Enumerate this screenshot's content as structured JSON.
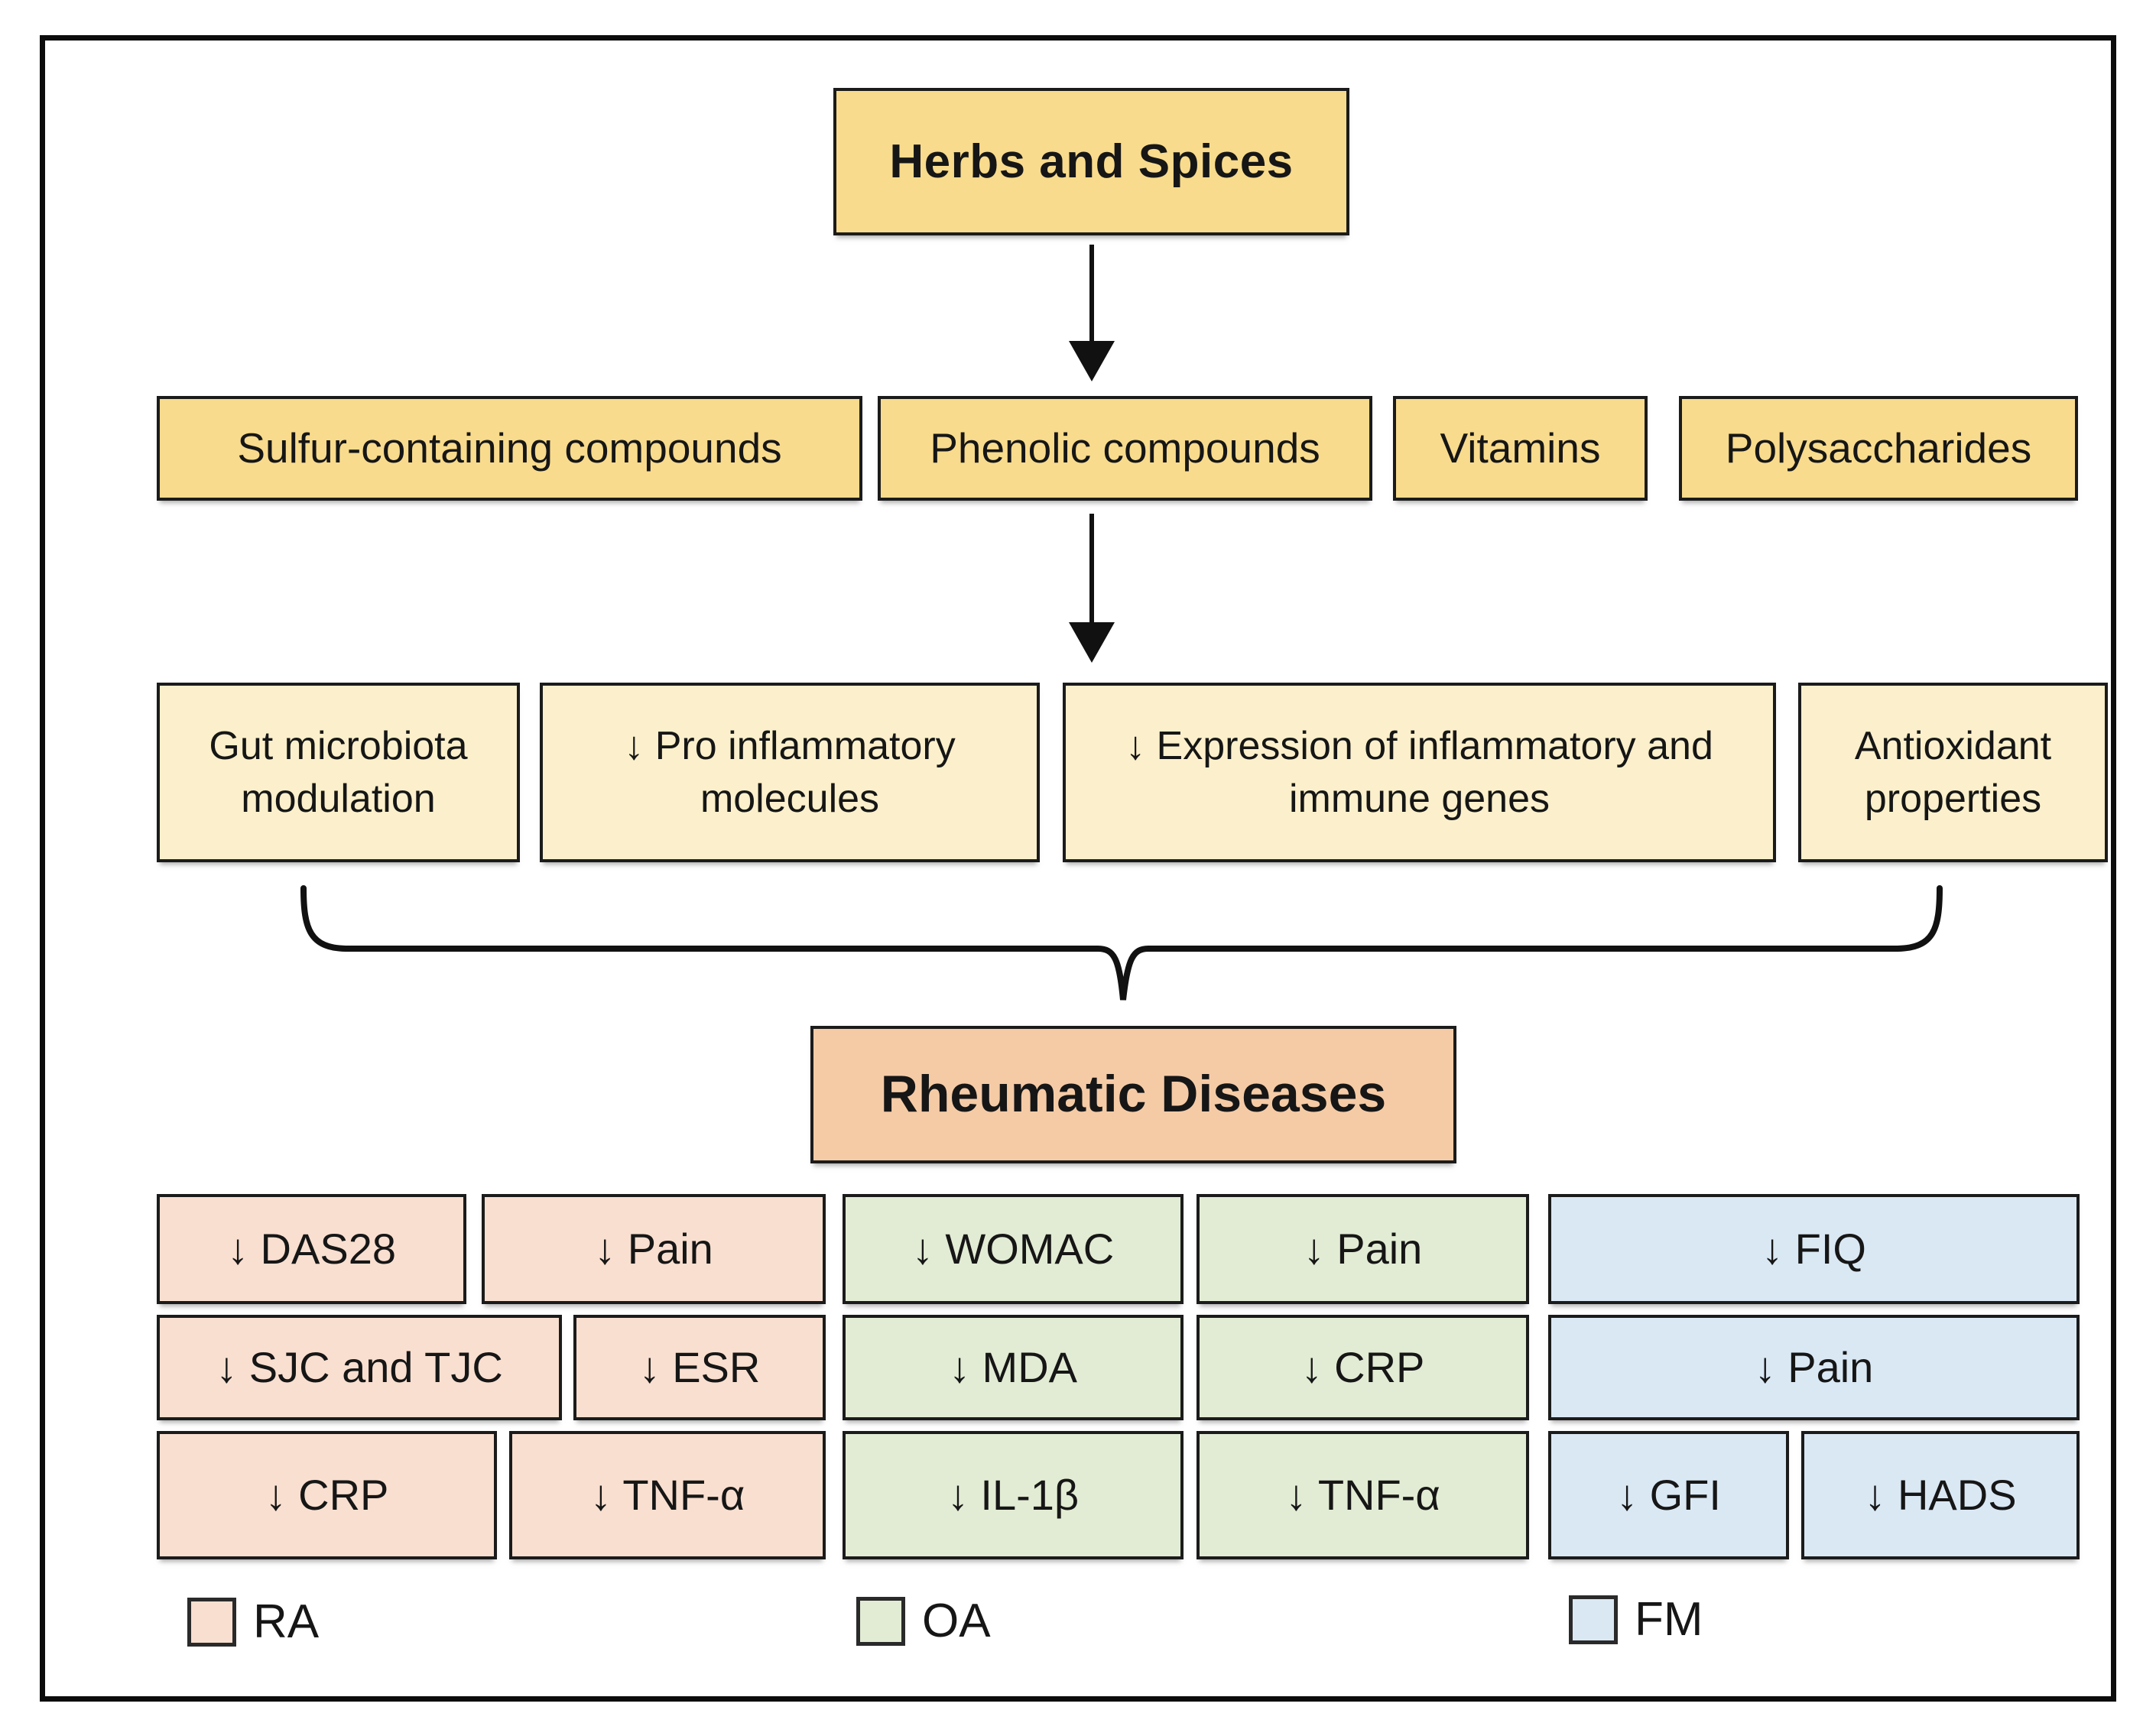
{
  "title_box": {
    "label": "Herbs and Spices"
  },
  "compound_boxes": {
    "sulfur": "Sulfur-containing compounds",
    "phenolic": "Phenolic compounds",
    "vitamins": "Vitamins",
    "polysaccharides": "Polysaccharides"
  },
  "mechanism_boxes": {
    "gut": "Gut microbiota modulation",
    "pro_inflammatory": "↓ Pro inflammatory molecules",
    "expression": "↓ Expression of inflammatory and immune genes",
    "antioxidant": "Antioxidant properties"
  },
  "disease_box": {
    "label": "Rheumatic Diseases"
  },
  "outcomes": {
    "ra": {
      "name": "RA",
      "items": [
        "↓ DAS28",
        "↓ Pain",
        "↓ SJC and TJC",
        "↓ ESR",
        "↓ CRP",
        "↓ TNF-α"
      ]
    },
    "oa": {
      "name": "OA",
      "items": [
        "↓ WOMAC",
        "↓ Pain",
        "↓ MDA",
        "↓ CRP",
        "↓ IL-1β",
        "↓ TNF-α"
      ]
    },
    "fm": {
      "name": "FM",
      "items": [
        "↓ FIQ",
        "↓ Pain",
        "↓ GFI",
        "↓ HADS"
      ]
    }
  },
  "legend": {
    "ra": "RA",
    "oa": "OA",
    "fm": "FM"
  },
  "colors": {
    "gold": "#F8DB8C",
    "cream": "#FBF0CB",
    "salmon": "#F5CBA6",
    "ra_pink": "#F9DFD0",
    "oa_green": "#E2ECD4",
    "fm_blue": "#DAE8F4",
    "outline": "#1B1B1B"
  }
}
